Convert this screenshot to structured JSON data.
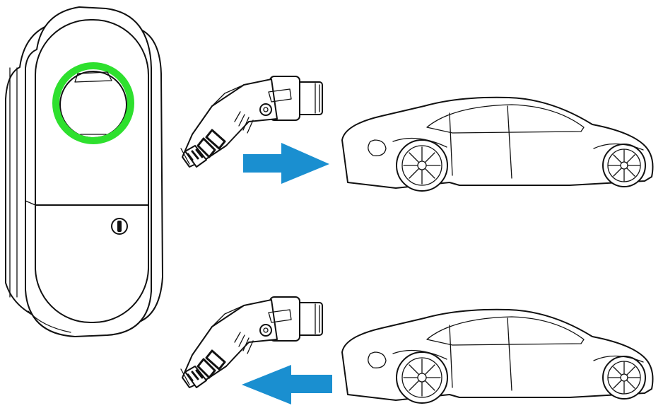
{
  "figure": {
    "type": "ev-charging-illustration",
    "texts": []
  },
  "charger": {
    "icon": "wall-charger-icon",
    "status_ring_color": "#2ee02e",
    "body_color": "#ffffff",
    "outline_color": "#111111"
  },
  "rows": [
    {
      "id": "connect",
      "plug_icon": "charging-plug-icon",
      "car_icon": "sedan-car-icon",
      "arrow_direction": "right",
      "arrow_color": "#1a8fd0"
    },
    {
      "id": "disconnect",
      "plug_icon": "charging-plug-icon",
      "car_icon": "sedan-car-icon",
      "arrow_direction": "left",
      "arrow_color": "#1a8fd0"
    }
  ]
}
